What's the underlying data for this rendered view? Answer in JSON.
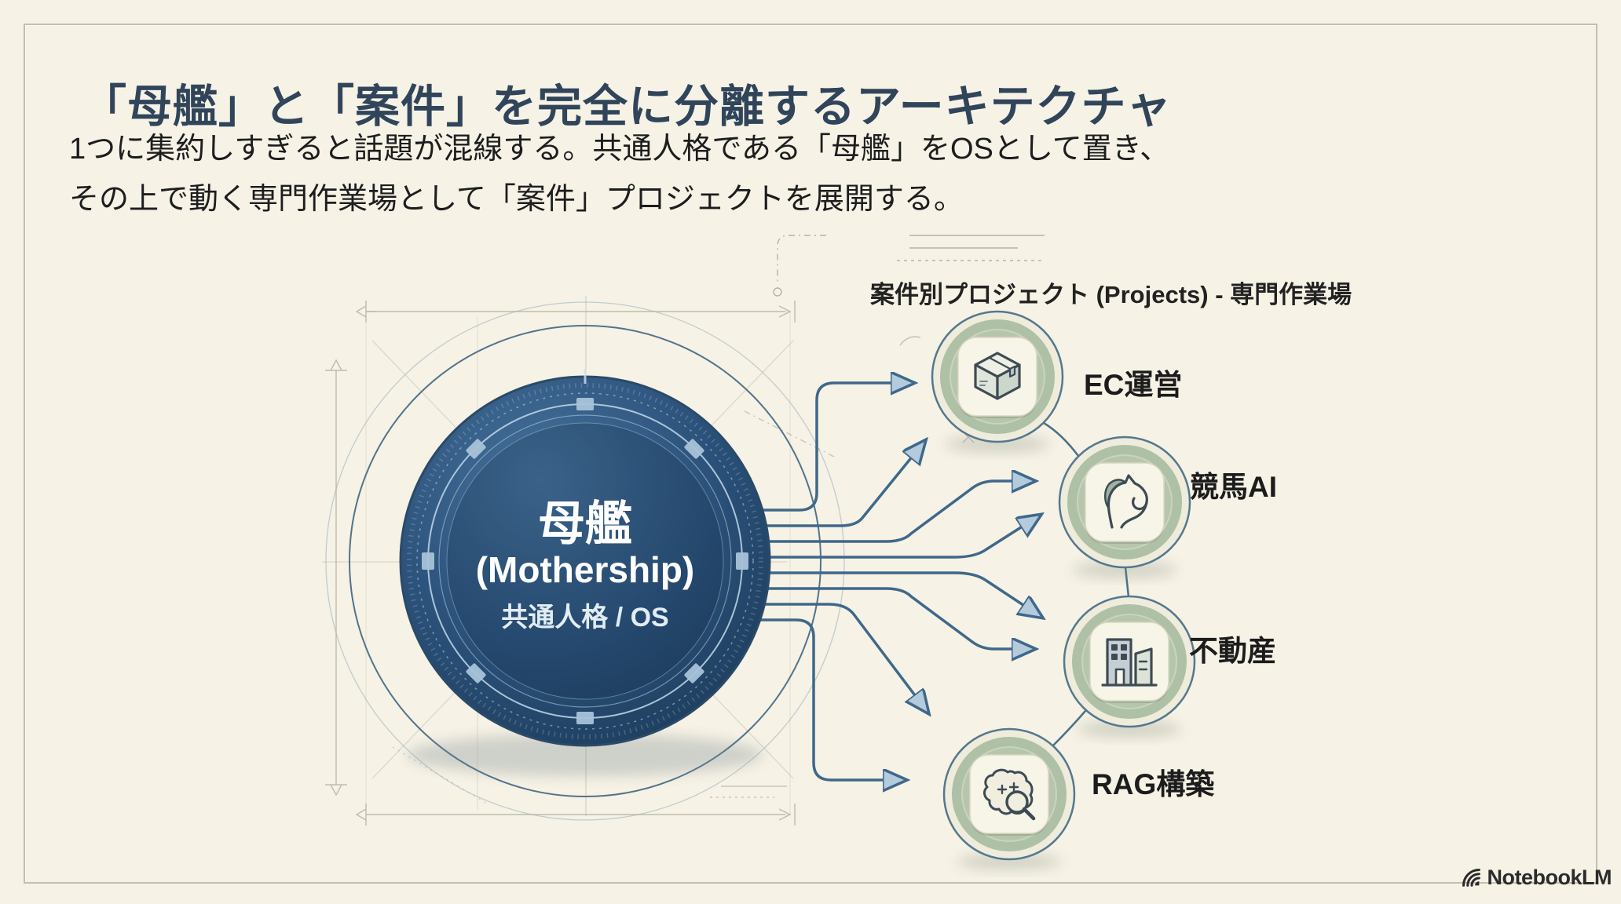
{
  "slide": {
    "title": "「母艦」と「案件」を完全に分離するアーキテクチャ",
    "subtitle_lines": [
      "1つに集約しすぎると話題が混線する。共通人格である「母艦」をOSとして置き、",
      "その上で動く専門作業場として「案件」プロジェクトを展開する。"
    ]
  },
  "mothership": {
    "title_ja": "母艦",
    "title_en": "(Mothership)",
    "subtitle": "共通人格 / OS",
    "icon": "mothership-dial-icon"
  },
  "projects": {
    "header": "案件別プロジェクト (Projects) - 専門作業場",
    "items": [
      {
        "label": "EC運営",
        "icon": "package-box-icon"
      },
      {
        "label": "競馬AI",
        "icon": "horse-head-icon"
      },
      {
        "label": "不動産",
        "icon": "building-icon"
      },
      {
        "label": "RAG構築",
        "icon": "brain-search-icon"
      }
    ]
  },
  "branding": {
    "logo_text": "NotebookLM",
    "icon": "notebooklm-wave-icon"
  },
  "colors": {
    "background": "#f6f2e5",
    "frame": "#b2ae9c",
    "title_text": "#31455a",
    "body_text": "#1d1d1f",
    "navy_core": "#27496b",
    "navy_edge": "#1d3c59",
    "dial_accent": "#a8c3d8",
    "connector": "#3f688a",
    "arrow_fill": "#b3cbdc",
    "node_green": "#aec0a5",
    "node_cream": "#f7f4e8",
    "blueprint_line": "#b7b3a2"
  }
}
